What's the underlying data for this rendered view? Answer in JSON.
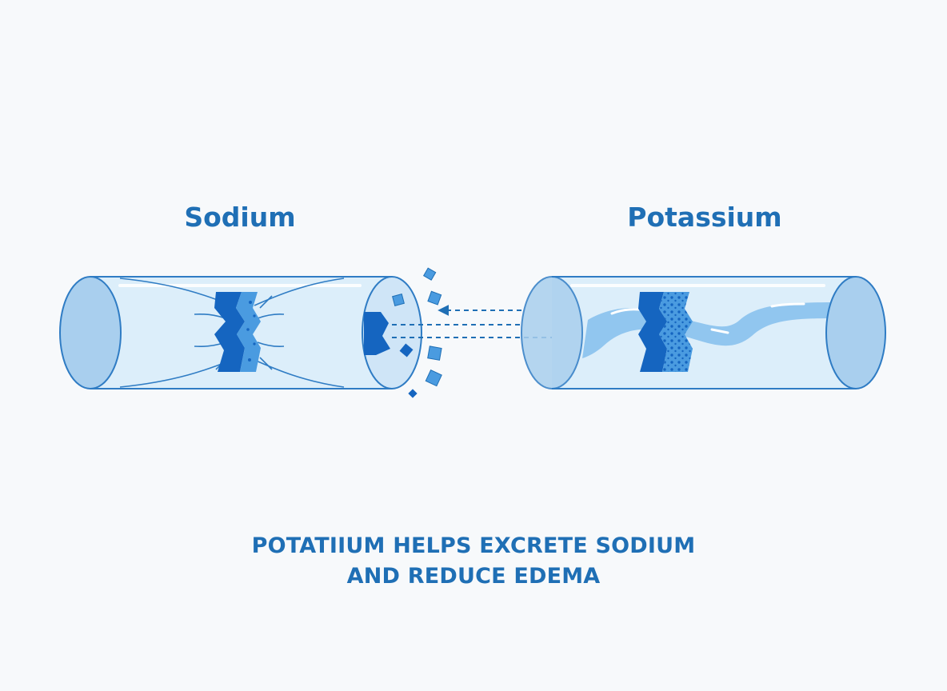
{
  "labels": {
    "sodium": "Sodium",
    "potassium": "Potassium"
  },
  "caption": {
    "line1": "POTATIIUM HELPS EXCRETE SODIUM",
    "line2": "AND REDUCE EDEMA"
  },
  "colors": {
    "background": "#f7f9fb",
    "text": "#1f6fb5",
    "tube_fill": "#dceefa",
    "tube_end": "#a9cfee",
    "tube_stroke": "#2f7cc4",
    "blockage": "#1565c0",
    "crystal": "#4a9be0",
    "water": "#8cc3ee"
  }
}
